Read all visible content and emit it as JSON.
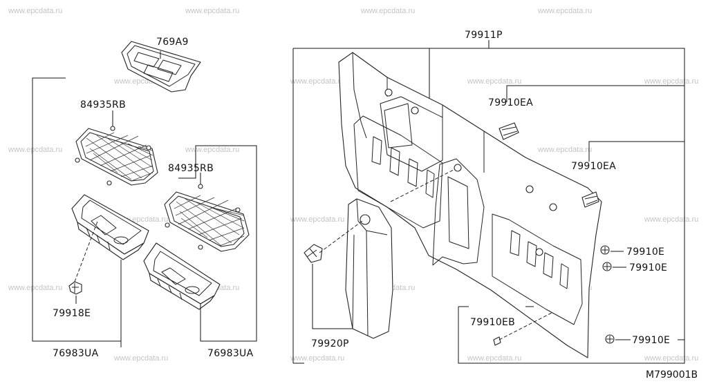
{
  "diagram": {
    "code": "M799001B",
    "watermark": "www.epcdata.ru",
    "parts": {
      "p769a9": "769A9",
      "p84935rb_a": "84935RB",
      "p84935rb_b": "84935RB",
      "p79918e": "79918E",
      "p76983ua_a": "76983UA",
      "p76983ua_b": "76983UA",
      "p79911p": "79911P",
      "p79910ea_a": "79910EA",
      "p79910ea_b": "79910EA",
      "p79910e_a": "79910E",
      "p79910e_b": "79910E",
      "p79910e_c": "79910E",
      "p79910eb": "79910EB",
      "p79920p": "79920P"
    }
  }
}
